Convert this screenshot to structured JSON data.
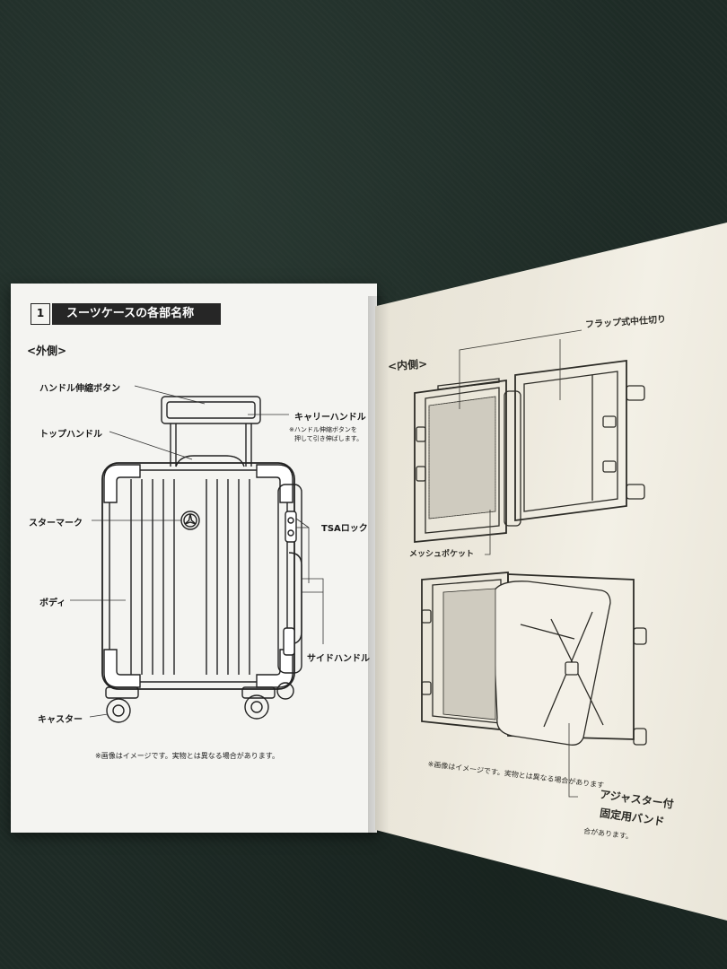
{
  "section": {
    "number": "1",
    "title": "スーツケースの各部名称"
  },
  "exterior": {
    "heading": "<外側>",
    "labels": {
      "handle_button": "ハンドル伸縮ボタン",
      "carry_handle": "キャリーハンドル",
      "carry_note_line1": "※ハンドル伸縮ボタンを",
      "carry_note_line2": "押して引き伸ばします。",
      "top_handle": "トップハンドル",
      "star_mark": "スターマーク",
      "tsa_lock": "TSAロック",
      "body": "ボディ",
      "side_handle": "サイドハンドル",
      "caster": "キャスター"
    },
    "disclaimer": "※画像はイメージです。実物とは異なる場合があります。"
  },
  "interior": {
    "heading": "<内側>",
    "labels": {
      "flap_divider": "フラップ式中仕切り",
      "mesh_pocket": "メッシュポケット",
      "strap_line1": "アジャスター付",
      "strap_line2": "固定用バンド"
    },
    "disclaimer_line1": "※画像はイメージです。実物とは異なる場合があります",
    "disclaimer_line2": "合があります。"
  }
}
